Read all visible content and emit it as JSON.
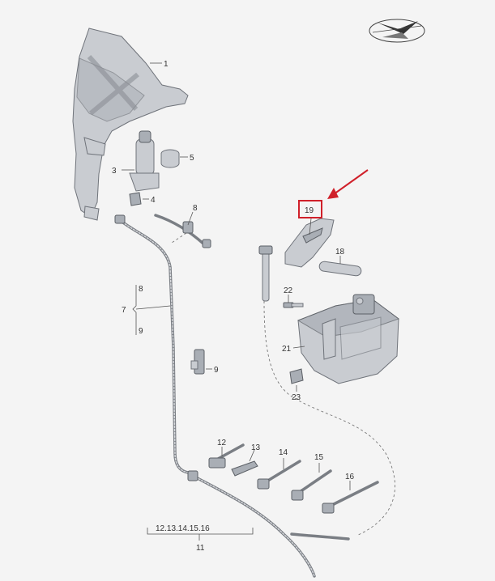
{
  "callouts": {
    "c1": "1",
    "c3": "3",
    "c4": "4",
    "c5": "5",
    "c7": "7",
    "c7_top": "8",
    "c7_bottom": "9",
    "c8": "8",
    "c9": "9",
    "c11": "11",
    "c11_group": "12.13.14.15.16",
    "c12": "12",
    "c13": "13",
    "c14": "14",
    "c15": "15",
    "c16": "16",
    "c18": "18",
    "c19": "19",
    "c21": "21",
    "c22": "22",
    "c23": "23"
  },
  "colors": {
    "highlight_box": "#d0202a",
    "arrow": "#d0202a"
  },
  "icons": {
    "orientation": "compass-orientation-icon"
  }
}
